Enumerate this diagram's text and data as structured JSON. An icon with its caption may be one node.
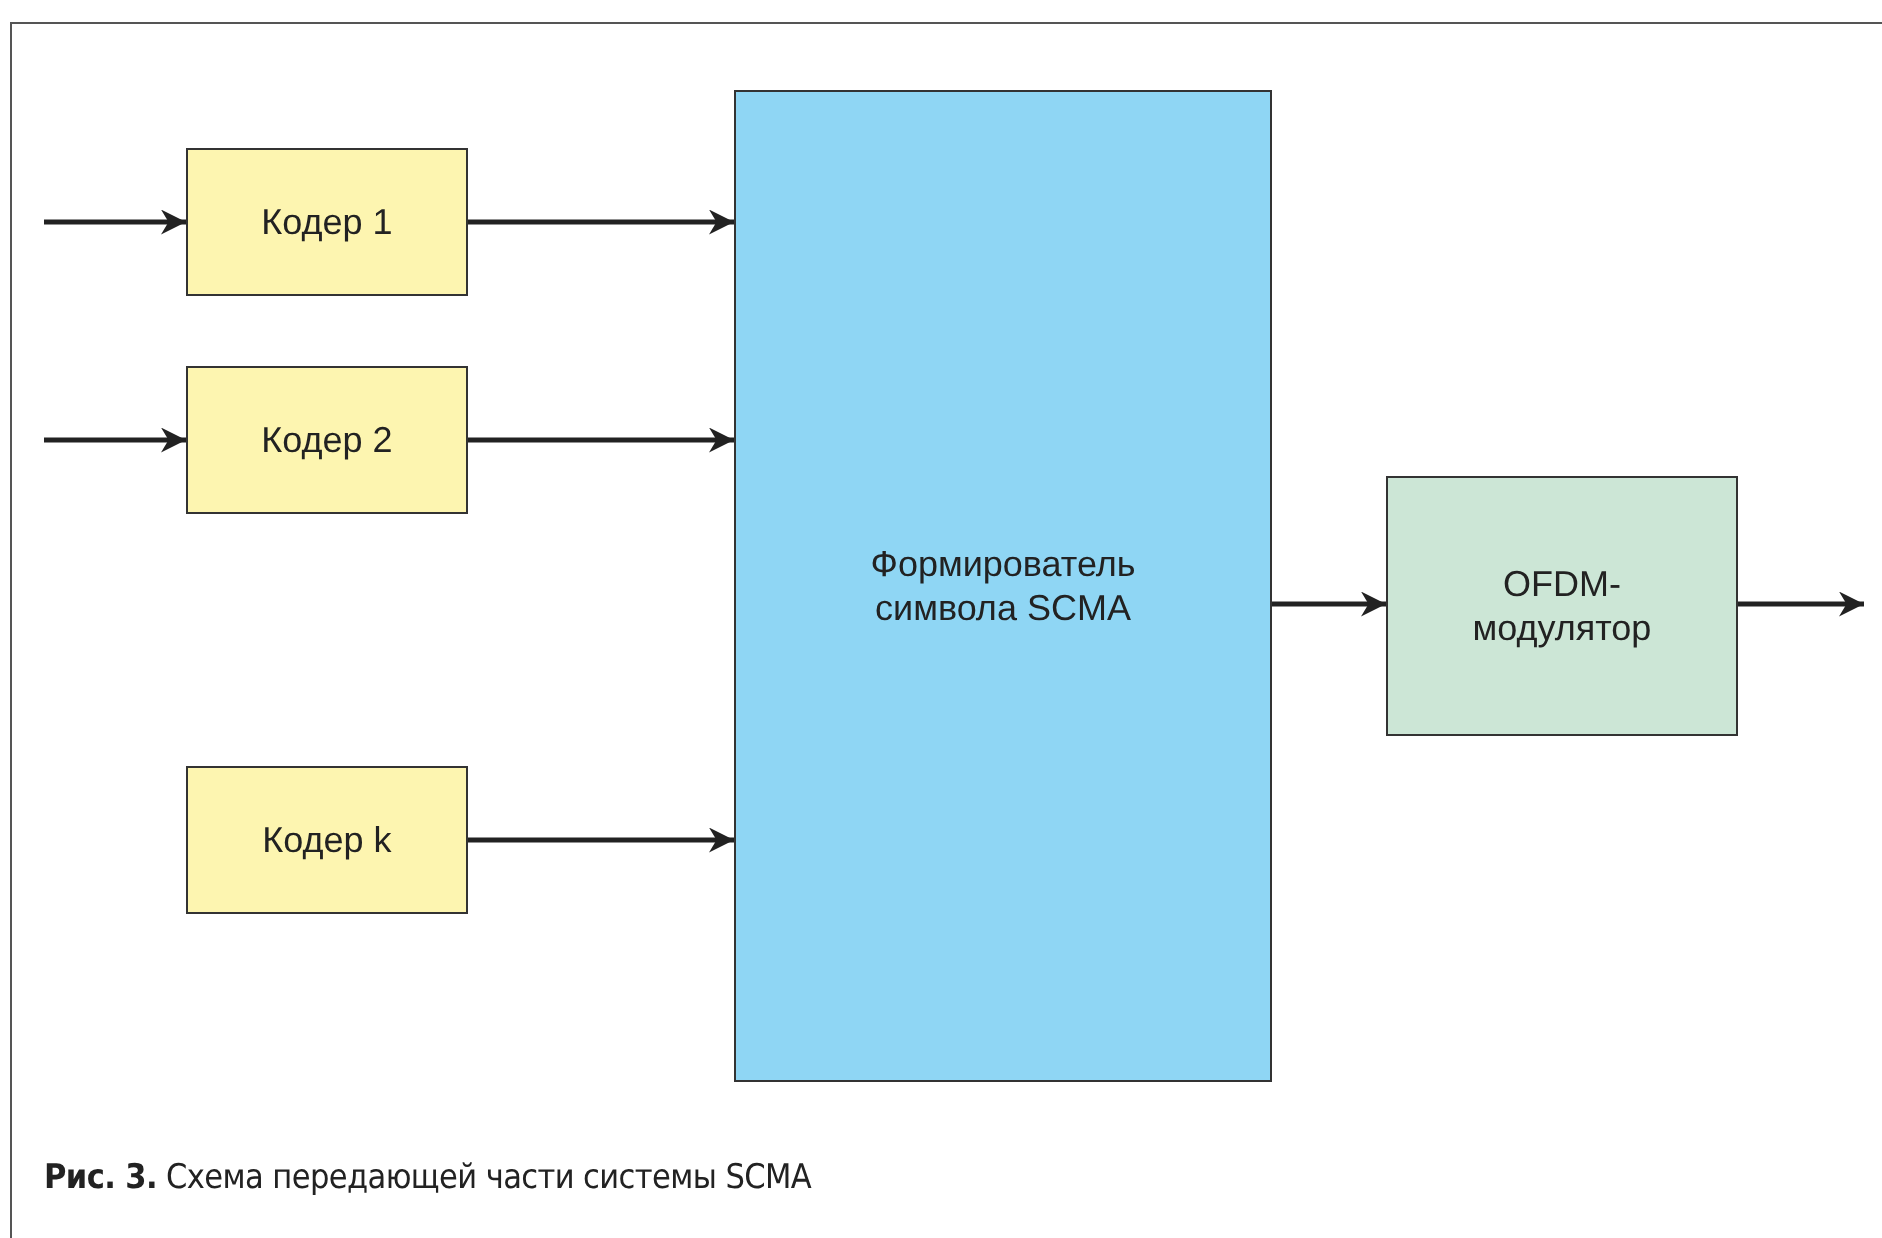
{
  "diagram": {
    "caption": "**Рис. 3.** Схема передающей части системы SCMA",
    "nodes": [
      {
        "text": [
          "Кодер 1"
        ]
      },
      {
        "text": [
          "Кодер 2"
        ]
      },
      {
        "text": [
          "Кодер k"
        ]
      },
      {
        "text": [
          "Формирователь символа SCMA"
        ]
      },
      {
        "text": [
          "OFDM-модулятор"
        ]
      }
    ],
    "edges": [
      {
        "from": null,
        "to": 0,
        "arrow": "to"
      },
      {
        "from": null,
        "to": 1,
        "arrow": "to"
      },
      {
        "from": 0,
        "to": 3,
        "arrow": "to"
      },
      {
        "from": 1,
        "to": 3,
        "arrow": "to"
      },
      {
        "from": 2,
        "to": 3,
        "arrow": "to"
      },
      {
        "from": 3,
        "to": 4,
        "arrow": "to"
      },
      {
        "from": 4,
        "to": null,
        "arrow": "to"
      }
    ]
  }
}
